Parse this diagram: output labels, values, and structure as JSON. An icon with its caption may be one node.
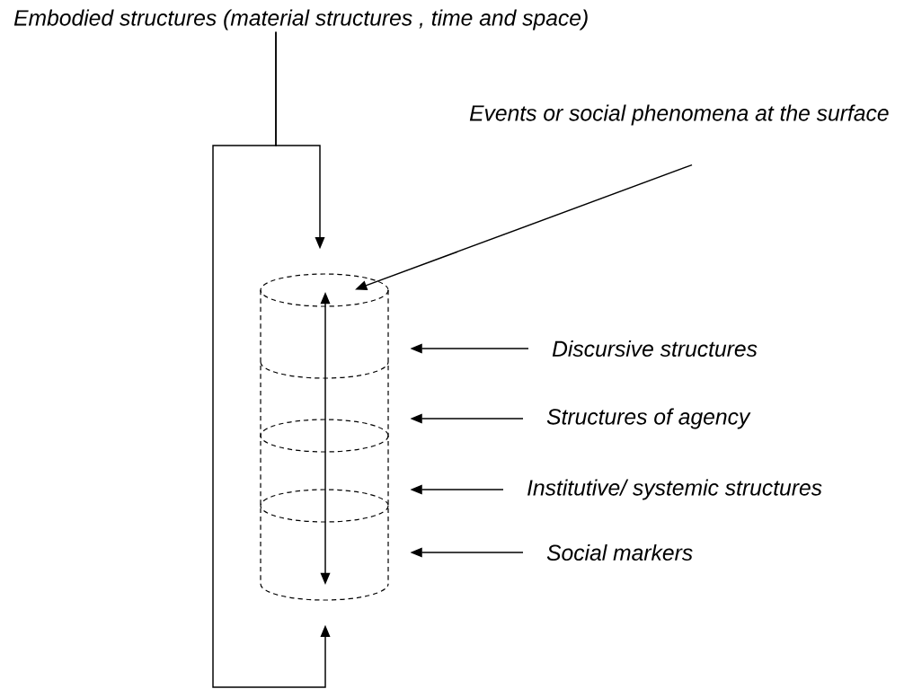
{
  "diagram": {
    "nodes": [
      {
        "text": [
          "Embodied structures (material structures , time and space)"
        ]
      },
      {
        "text": [
          "Events or social phenomena at the surface"
        ]
      },
      {
        "text": [
          "Discursive structures"
        ]
      },
      {
        "text": [
          "Structures of agency"
        ]
      },
      {
        "text": [
          "Institutive/ systemic structures"
        ]
      },
      {
        "text": [
          "Social markers"
        ]
      },
      {
        "text": [],
        "shape": "cylinder"
      }
    ],
    "edges": [
      {
        "from": 0,
        "to": 6,
        "arrow": "to"
      },
      {
        "from": 0,
        "to": 6,
        "arrow": "to"
      },
      {
        "from": 1,
        "to": 6,
        "arrow": "to"
      },
      {
        "from": 2,
        "to": 6,
        "arrow": "to"
      },
      {
        "from": 3,
        "to": 6,
        "arrow": "to"
      },
      {
        "from": 4,
        "to": 6,
        "arrow": "to"
      },
      {
        "from": 5,
        "to": 6,
        "arrow": "to"
      }
    ]
  }
}
